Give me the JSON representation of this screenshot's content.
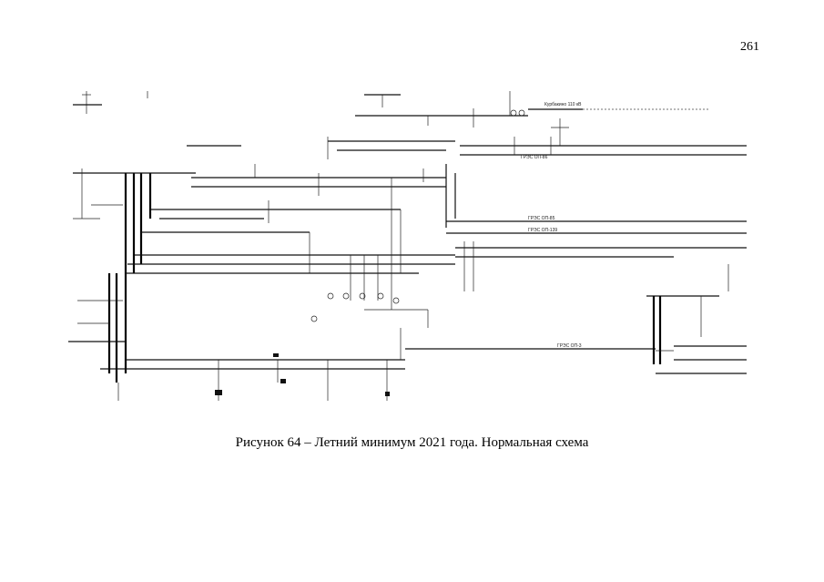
{
  "page": {
    "number": "261",
    "caption": "Рисунок 64 – Летний минимум 2021 года. Нормальная схема"
  },
  "schematic": {
    "labels": {
      "kurbakino": "Курбакино 110 кВ",
      "grp_gp_86": "ГРЭС ОП-86",
      "grp_gp_85": "ГРЭС ОП-85",
      "grp_gp_139": "ГРЭС ОП-139",
      "grp_gp_3": "ГРЭС ОП-3"
    }
  }
}
